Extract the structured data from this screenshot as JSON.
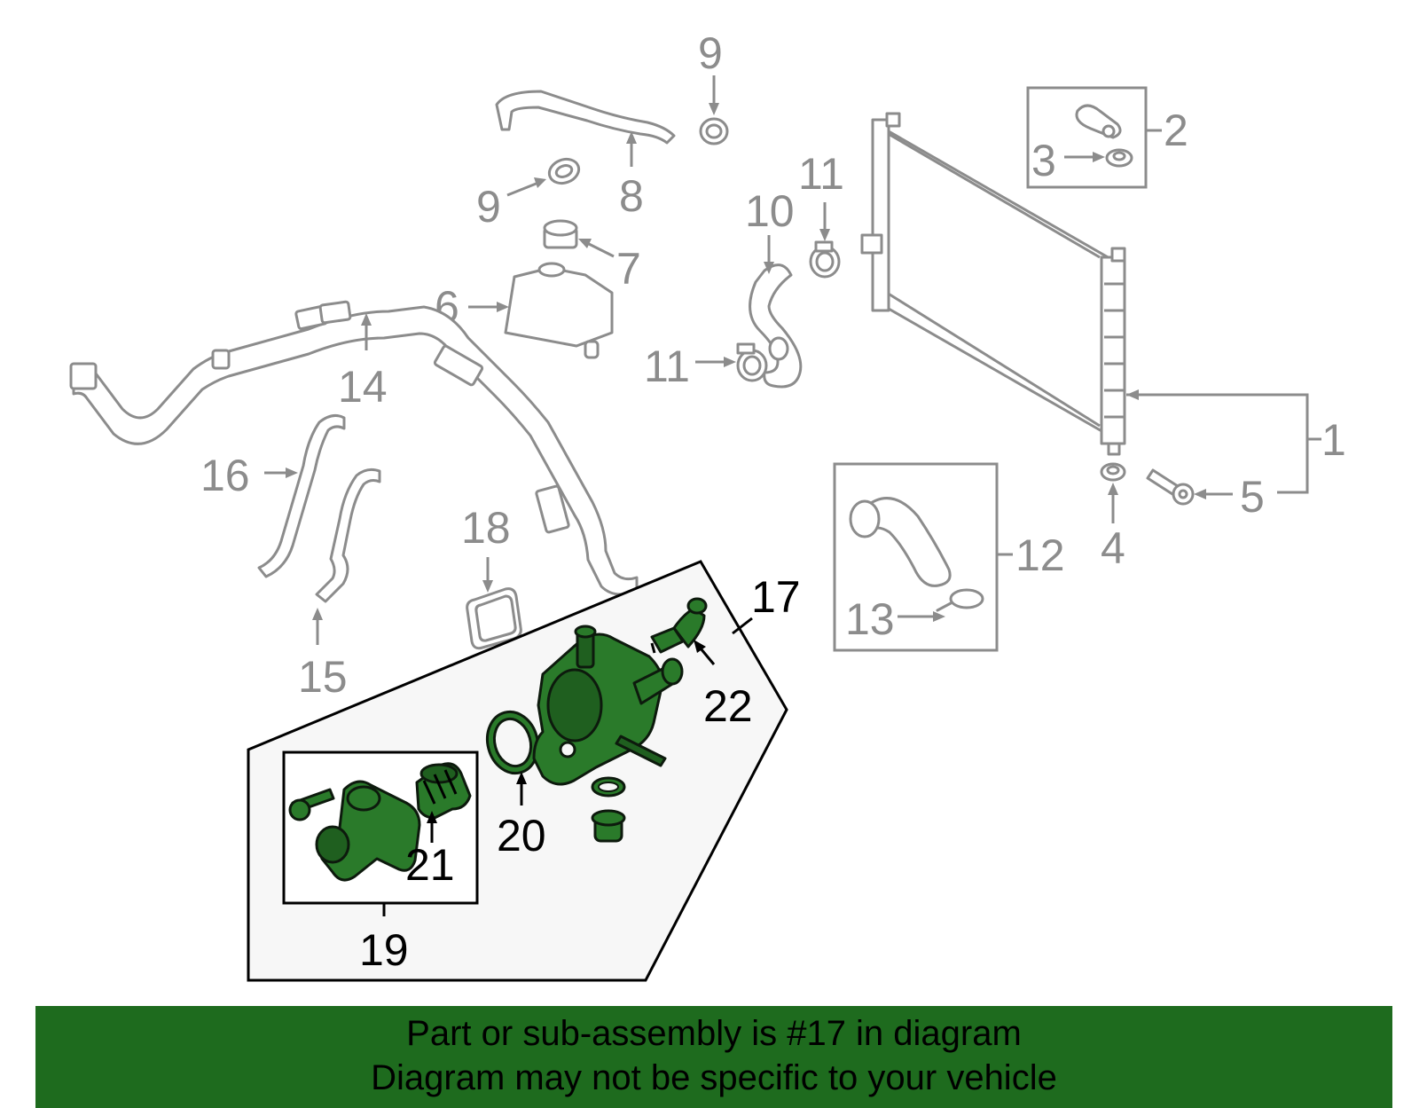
{
  "diagram": {
    "callouts": {
      "c1": "1",
      "c2": "2",
      "c3": "3",
      "c4": "4",
      "c5": "5",
      "c6": "6",
      "c7": "7",
      "c8": "8",
      "c9a": "9",
      "c9b": "9",
      "c10": "10",
      "c11a": "11",
      "c11b": "11",
      "c12": "12",
      "c13": "13",
      "c14": "14",
      "c15": "15",
      "c16": "16",
      "c17": "17",
      "c18": "18",
      "c19": "19",
      "c20": "20",
      "c21": "21",
      "c22": "22"
    },
    "highlight_color": "#2a7a2a",
    "callout_color": "#8c8c8c"
  },
  "banner": {
    "line1": "Part or sub-assembly is #17 in diagram",
    "line2": "Diagram may not be specific to your vehicle",
    "background": "#1e6b1e"
  }
}
